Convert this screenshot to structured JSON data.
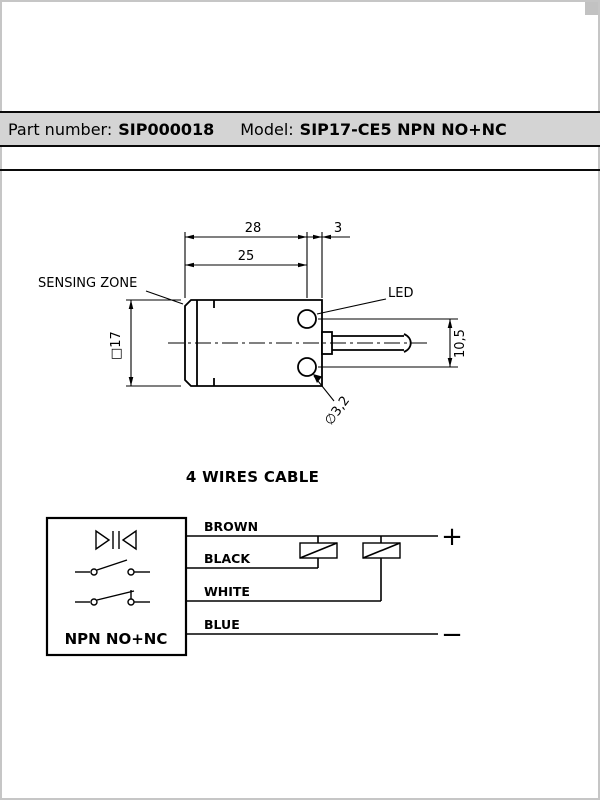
{
  "header": {
    "part_label": "Part number:",
    "part_value": "SIP000018",
    "model_label": "Model:",
    "model_value": "SIP17-CE5 NPN NO+NC"
  },
  "drawing": {
    "dim_total_length": "28",
    "dim_body_length": "25",
    "dim_hole_offset": "3",
    "sensing_zone_label": "SENSING ZONE",
    "dim_square_section": "□17",
    "led_label": "LED",
    "dim_hole_spacing": "10,5",
    "dim_hole_diameter": "∅3,2"
  },
  "cable_section": {
    "title": "4 WIRES CABLE"
  },
  "wiring": {
    "box_label": "NPN NO+NC",
    "wires": [
      {
        "name": "BROWN"
      },
      {
        "name": "BLACK"
      },
      {
        "name": "WHITE"
      },
      {
        "name": "BLUE"
      }
    ],
    "plus_terminal": "+",
    "minus_terminal": "−"
  },
  "colors": {
    "header_background": "#d4d4d4",
    "ink": "#000000",
    "frame_border": "#c6c6c6"
  }
}
